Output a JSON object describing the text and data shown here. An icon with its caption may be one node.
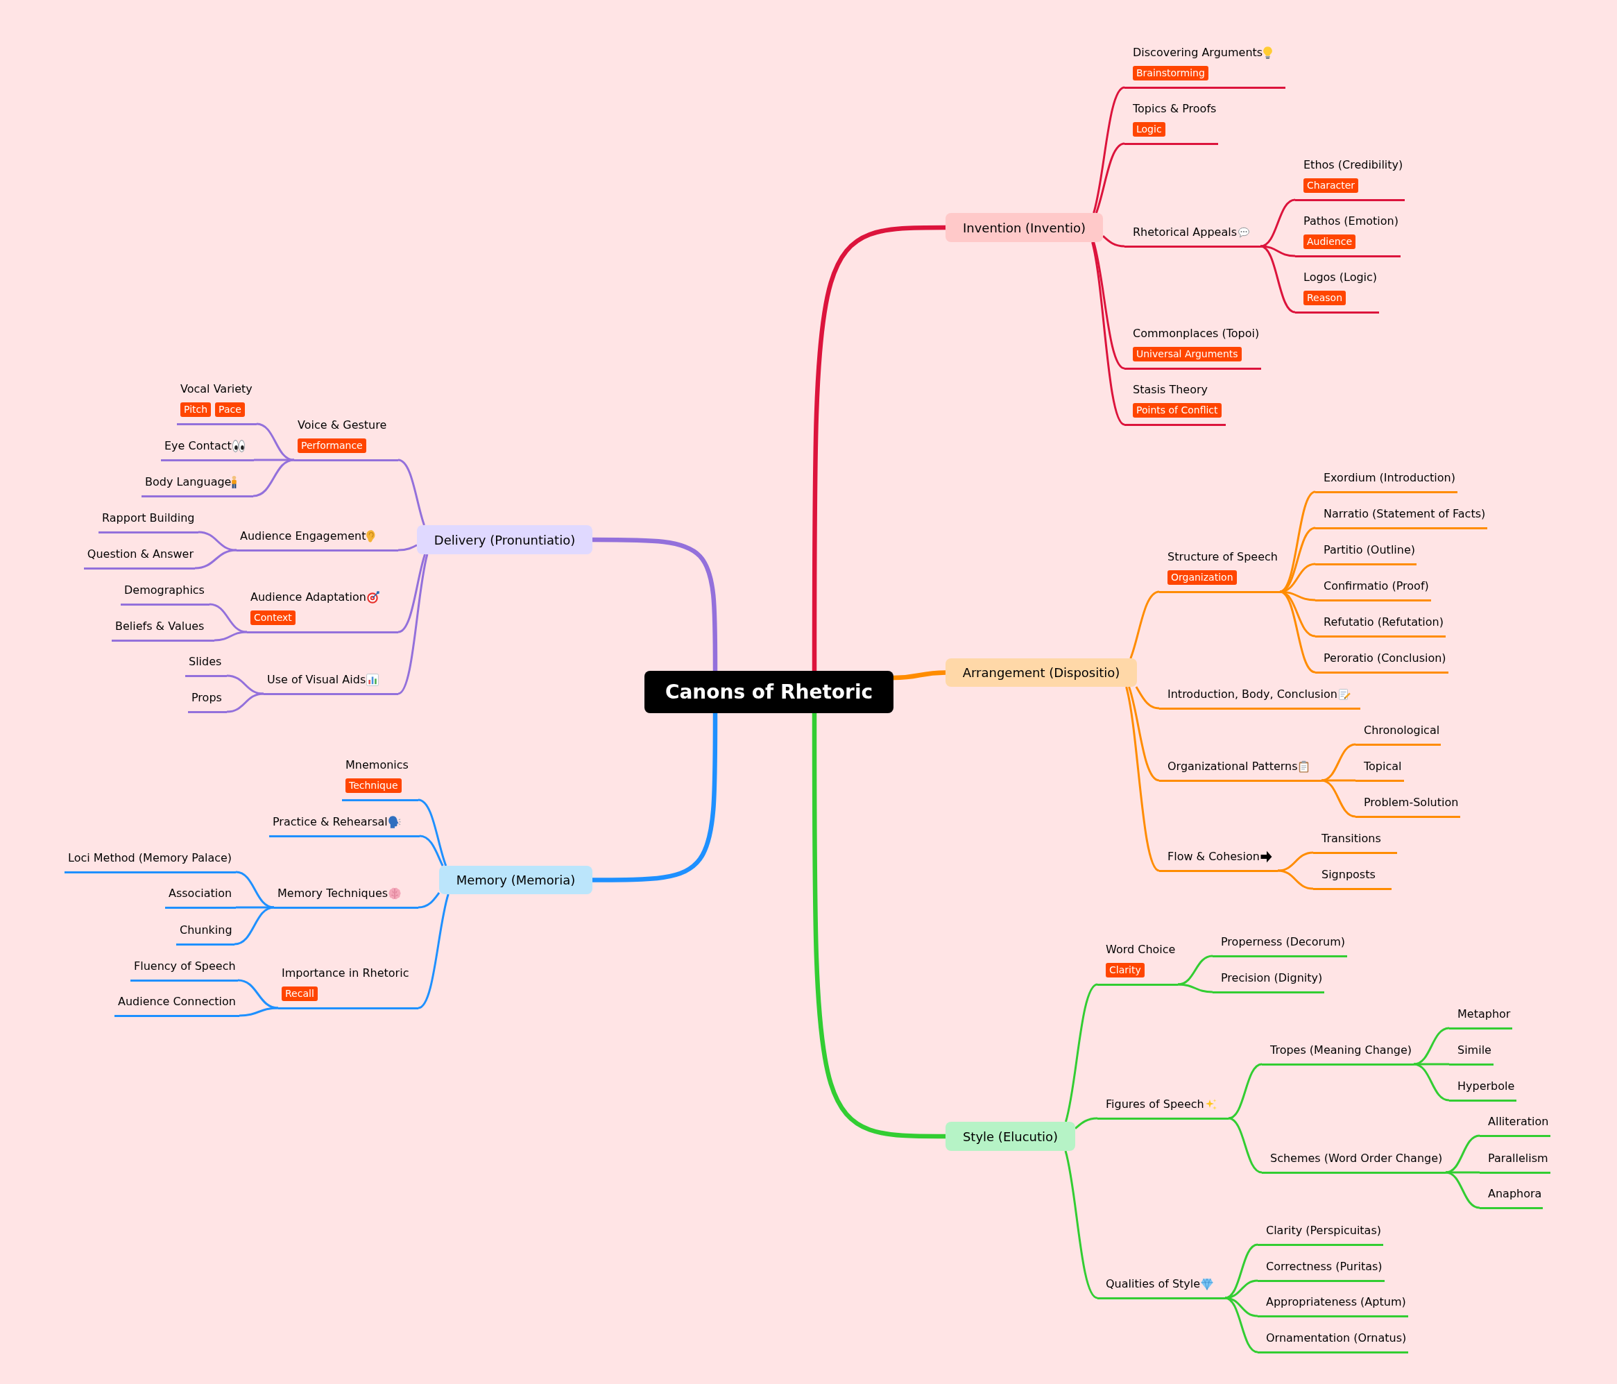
{
  "diagram": {
    "nodes": [
      {
        "text": [
          "Canons of Rhetoric"
        ]
      },
      {
        "text": [
          "Invention (Inventio)"
        ]
      },
      {
        "text": [
          "Discovering Arguments",
          "Brainstorming"
        ]
      },
      {
        "text": [
          "Topics & Proofs",
          "Logic"
        ]
      },
      {
        "text": [
          "Rhetorical Appeals"
        ]
      },
      {
        "text": [
          "Ethos (Credibility)",
          "Character"
        ]
      },
      {
        "text": [
          "Pathos (Emotion)",
          "Audience"
        ]
      },
      {
        "text": [
          "Logos (Logic)",
          "Reason"
        ]
      },
      {
        "text": [
          "Commonplaces (Topoi)",
          "Universal Arguments"
        ]
      },
      {
        "text": [
          "Stasis Theory",
          "Points of Conflict"
        ]
      },
      {
        "text": [
          "Arrangement (Dispositio)"
        ]
      },
      {
        "text": [
          "Structure of Speech",
          "Organization"
        ]
      },
      {
        "text": [
          "Exordium (Introduction)"
        ]
      },
      {
        "text": [
          "Narratio (Statement of Facts)"
        ]
      },
      {
        "text": [
          "Partitio (Outline)"
        ]
      },
      {
        "text": [
          "Confirmatio (Proof)"
        ]
      },
      {
        "text": [
          "Refutatio (Refutation)"
        ]
      },
      {
        "text": [
          "Peroratio (Conclusion)"
        ]
      },
      {
        "text": [
          "Introduction, Body, Conclusion"
        ]
      },
      {
        "text": [
          "Organizational Patterns"
        ]
      },
      {
        "text": [
          "Chronological"
        ]
      },
      {
        "text": [
          "Topical"
        ]
      },
      {
        "text": [
          "Problem-Solution"
        ]
      },
      {
        "text": [
          "Flow & Cohesion"
        ]
      },
      {
        "text": [
          "Transitions"
        ]
      },
      {
        "text": [
          "Signposts"
        ]
      },
      {
        "text": [
          "Style (Elucutio)"
        ]
      },
      {
        "text": [
          "Word Choice",
          "Clarity"
        ]
      },
      {
        "text": [
          "Properness (Decorum)"
        ]
      },
      {
        "text": [
          "Precision (Dignity)"
        ]
      },
      {
        "text": [
          "Figures of Speech"
        ]
      },
      {
        "text": [
          "Tropes (Meaning Change)"
        ]
      },
      {
        "text": [
          "Metaphor"
        ]
      },
      {
        "text": [
          "Simile"
        ]
      },
      {
        "text": [
          "Hyperbole"
        ]
      },
      {
        "text": [
          "Schemes (Word Order Change)"
        ]
      },
      {
        "text": [
          "Alliteration"
        ]
      },
      {
        "text": [
          "Parallelism"
        ]
      },
      {
        "text": [
          "Anaphora"
        ]
      },
      {
        "text": [
          "Qualities of Style"
        ]
      },
      {
        "text": [
          "Clarity (Perspicuitas)"
        ]
      },
      {
        "text": [
          "Correctness (Puritas)"
        ]
      },
      {
        "text": [
          "Appropriateness (Aptum)"
        ]
      },
      {
        "text": [
          "Ornamentation (Ornatus)"
        ]
      },
      {
        "text": [
          "Delivery (Pronuntiatio)"
        ]
      },
      {
        "text": [
          "Voice & Gesture",
          "Performance"
        ]
      },
      {
        "text": [
          "Vocal Variety",
          "Pitch",
          "Pace"
        ]
      },
      {
        "text": [
          "Eye Contact"
        ]
      },
      {
        "text": [
          "Body Language"
        ]
      },
      {
        "text": [
          "Audience Engagement"
        ]
      },
      {
        "text": [
          "Rapport Building"
        ]
      },
      {
        "text": [
          "Question & Answer"
        ]
      },
      {
        "text": [
          "Audience Adaptation",
          "Context"
        ]
      },
      {
        "text": [
          "Demographics"
        ]
      },
      {
        "text": [
          "Beliefs & Values"
        ]
      },
      {
        "text": [
          "Use of Visual Aids"
        ]
      },
      {
        "text": [
          "Slides"
        ]
      },
      {
        "text": [
          "Props"
        ]
      },
      {
        "text": [
          "Memory (Memoria)"
        ]
      },
      {
        "text": [
          "Mnemonics",
          "Technique"
        ]
      },
      {
        "text": [
          "Practice & Rehearsal"
        ]
      },
      {
        "text": [
          "Memory Techniques"
        ]
      },
      {
        "text": [
          "Loci Method (Memory Palace)"
        ]
      },
      {
        "text": [
          "Association"
        ]
      },
      {
        "text": [
          "Chunking"
        ]
      },
      {
        "text": [
          "Importance in Rhetoric",
          "Recall"
        ]
      },
      {
        "text": [
          "Fluency of Speech"
        ]
      },
      {
        "text": [
          "Audience Connection"
        ]
      }
    ],
    "edges": [
      {
        "from": 0,
        "to": 1,
        "arrow": "none",
        "style": "thick",
        "color": "#dc143c"
      },
      {
        "from": 1,
        "to": 2,
        "arrow": "none",
        "color": "#dc143c"
      },
      {
        "from": 1,
        "to": 3,
        "arrow": "none",
        "color": "#dc143c"
      },
      {
        "from": 1,
        "to": 4,
        "arrow": "none",
        "color": "#dc143c"
      },
      {
        "from": 4,
        "to": 5,
        "arrow": "none",
        "color": "#dc143c"
      },
      {
        "from": 4,
        "to": 6,
        "arrow": "none",
        "color": "#dc143c"
      },
      {
        "from": 4,
        "to": 7,
        "arrow": "none",
        "color": "#dc143c"
      },
      {
        "from": 1,
        "to": 8,
        "arrow": "none",
        "color": "#dc143c"
      },
      {
        "from": 1,
        "to": 9,
        "arrow": "none",
        "color": "#dc143c"
      },
      {
        "from": 0,
        "to": 10,
        "arrow": "none",
        "style": "thick",
        "color": "#ff8c00"
      },
      {
        "from": 10,
        "to": 11,
        "arrow": "none",
        "color": "#ff8c00"
      },
      {
        "from": 11,
        "to": 12,
        "arrow": "none",
        "color": "#ff8c00"
      },
      {
        "from": 11,
        "to": 13,
        "arrow": "none",
        "color": "#ff8c00"
      },
      {
        "from": 11,
        "to": 14,
        "arrow": "none",
        "color": "#ff8c00"
      },
      {
        "from": 11,
        "to": 15,
        "arrow": "none",
        "color": "#ff8c00"
      },
      {
        "from": 11,
        "to": 16,
        "arrow": "none",
        "color": "#ff8c00"
      },
      {
        "from": 11,
        "to": 17,
        "arrow": "none",
        "color": "#ff8c00"
      },
      {
        "from": 10,
        "to": 18,
        "arrow": "none",
        "color": "#ff8c00"
      },
      {
        "from": 10,
        "to": 19,
        "arrow": "none",
        "color": "#ff8c00"
      },
      {
        "from": 19,
        "to": 20,
        "arrow": "none",
        "color": "#ff8c00"
      },
      {
        "from": 19,
        "to": 21,
        "arrow": "none",
        "color": "#ff8c00"
      },
      {
        "from": 19,
        "to": 22,
        "arrow": "none",
        "color": "#ff8c00"
      },
      {
        "from": 10,
        "to": 23,
        "arrow": "none",
        "color": "#ff8c00"
      },
      {
        "from": 23,
        "to": 24,
        "arrow": "none",
        "color": "#ff8c00"
      },
      {
        "from": 23,
        "to": 25,
        "arrow": "none",
        "color": "#ff8c00"
      },
      {
        "from": 0,
        "to": 26,
        "arrow": "none",
        "style": "thick",
        "color": "#32cd32"
      },
      {
        "from": 26,
        "to": 27,
        "arrow": "none",
        "color": "#32cd32"
      },
      {
        "from": 27,
        "to": 28,
        "arrow": "none",
        "color": "#32cd32"
      },
      {
        "from": 27,
        "to": 29,
        "arrow": "none",
        "color": "#32cd32"
      },
      {
        "from": 26,
        "to": 30,
        "arrow": "none",
        "color": "#32cd32"
      },
      {
        "from": 30,
        "to": 31,
        "arrow": "none",
        "color": "#32cd32"
      },
      {
        "from": 31,
        "to": 32,
        "arrow": "none",
        "color": "#32cd32"
      },
      {
        "from": 31,
        "to": 33,
        "arrow": "none",
        "color": "#32cd32"
      },
      {
        "from": 31,
        "to": 34,
        "arrow": "none",
        "color": "#32cd32"
      },
      {
        "from": 30,
        "to": 35,
        "arrow": "none",
        "color": "#32cd32"
      },
      {
        "from": 35,
        "to": 36,
        "arrow": "none",
        "color": "#32cd32"
      },
      {
        "from": 35,
        "to": 37,
        "arrow": "none",
        "color": "#32cd32"
      },
      {
        "from": 35,
        "to": 38,
        "arrow": "none",
        "color": "#32cd32"
      },
      {
        "from": 26,
        "to": 39,
        "arrow": "none",
        "color": "#32cd32"
      },
      {
        "from": 39,
        "to": 40,
        "arrow": "none",
        "color": "#32cd32"
      },
      {
        "from": 39,
        "to": 41,
        "arrow": "none",
        "color": "#32cd32"
      },
      {
        "from": 39,
        "to": 42,
        "arrow": "none",
        "color": "#32cd32"
      },
      {
        "from": 39,
        "to": 43,
        "arrow": "none",
        "color": "#32cd32"
      },
      {
        "from": 0,
        "to": 44,
        "arrow": "none",
        "style": "thick",
        "color": "#9370db"
      },
      {
        "from": 44,
        "to": 45,
        "arrow": "none",
        "color": "#9370db"
      },
      {
        "from": 45,
        "to": 46,
        "arrow": "none",
        "color": "#9370db"
      },
      {
        "from": 45,
        "to": 47,
        "arrow": "none",
        "color": "#9370db"
      },
      {
        "from": 45,
        "to": 48,
        "arrow": "none",
        "color": "#9370db"
      },
      {
        "from": 44,
        "to": 49,
        "arrow": "none",
        "color": "#9370db"
      },
      {
        "from": 49,
        "to": 50,
        "arrow": "none",
        "color": "#9370db"
      },
      {
        "from": 49,
        "to": 51,
        "arrow": "none",
        "color": "#9370db"
      },
      {
        "from": 44,
        "to": 52,
        "arrow": "none",
        "color": "#9370db"
      },
      {
        "from": 52,
        "to": 53,
        "arrow": "none",
        "color": "#9370db"
      },
      {
        "from": 52,
        "to": 54,
        "arrow": "none",
        "color": "#9370db"
      },
      {
        "from": 44,
        "to": 55,
        "arrow": "none",
        "color": "#9370db"
      },
      {
        "from": 55,
        "to": 56,
        "arrow": "none",
        "color": "#9370db"
      },
      {
        "from": 55,
        "to": 57,
        "arrow": "none",
        "color": "#9370db"
      },
      {
        "from": 0,
        "to": 58,
        "arrow": "none",
        "style": "thick",
        "color": "#1e90ff"
      },
      {
        "from": 58,
        "to": 59,
        "arrow": "none",
        "color": "#1e90ff"
      },
      {
        "from": 58,
        "to": 60,
        "arrow": "none",
        "color": "#1e90ff"
      },
      {
        "from": 58,
        "to": 61,
        "arrow": "none",
        "color": "#1e90ff"
      },
      {
        "from": 61,
        "to": 62,
        "arrow": "none",
        "color": "#1e90ff"
      },
      {
        "from": 61,
        "to": 63,
        "arrow": "none",
        "color": "#1e90ff"
      },
      {
        "from": 61,
        "to": 64,
        "arrow": "none",
        "color": "#1e90ff"
      },
      {
        "from": 58,
        "to": 65,
        "arrow": "none",
        "color": "#1e90ff"
      },
      {
        "from": 65,
        "to": 66,
        "arrow": "none",
        "color": "#1e90ff"
      },
      {
        "from": 65,
        "to": 67,
        "arrow": "none",
        "color": "#1e90ff"
      }
    ]
  }
}
